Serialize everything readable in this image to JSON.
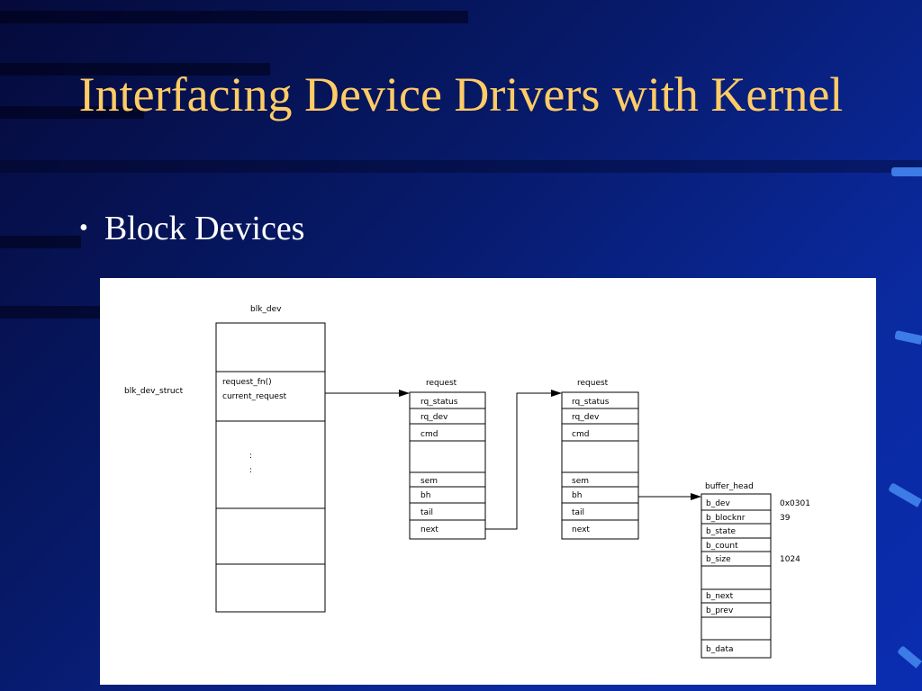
{
  "slide": {
    "title": "Interfacing Device Drivers with Kernel",
    "bullet": "Block Devices"
  },
  "diagram": {
    "blk_dev": {
      "header": "blk_dev",
      "side_label": "blk_dev_struct",
      "fields": [
        "request_fn()",
        "current_request"
      ],
      "ellipsis": [
        ":",
        ":"
      ]
    },
    "request1": {
      "header": "request",
      "fields": [
        "rq_status",
        "rq_dev",
        "cmd",
        "sem",
        "bh",
        "tail",
        "next"
      ]
    },
    "request2": {
      "header": "request",
      "fields": [
        "rq_status",
        "rq_dev",
        "cmd",
        "sem",
        "bh",
        "tail",
        "next"
      ]
    },
    "buffer_head": {
      "header": "buffer_head",
      "fields": [
        "b_dev",
        "b_blocknr",
        "b_state",
        "b_count",
        "b_size",
        "b_next",
        "b_prev",
        "b_data"
      ],
      "values": {
        "b_dev": "0x0301",
        "b_blocknr": "39",
        "b_size": "1024"
      }
    }
  }
}
